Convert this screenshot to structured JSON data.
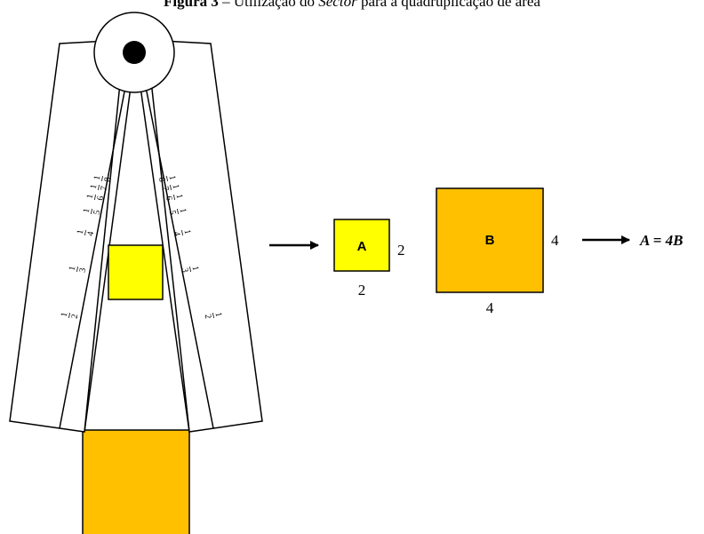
{
  "caption": {
    "number": "Figura 3",
    "dash": " – Utilização do ",
    "italic": "Sector",
    "rest": " para a quadruplicação de área"
  },
  "sector_scale": {
    "left_arm_labels": [
      "1/2",
      "1/3",
      "1/4",
      "1/5",
      "1/6",
      "1/7",
      "1/8"
    ],
    "right_arm_labels": [
      "1/2",
      "1/3",
      "1/4",
      "1/5",
      "1/6",
      "1/7",
      "1/8"
    ]
  },
  "square_a": {
    "label": "A",
    "side_label": "2",
    "bottom_label": "2",
    "color": "#ffff00"
  },
  "square_b": {
    "label": "B",
    "side_label": "4",
    "bottom_label": "4",
    "color": "#ffc000"
  },
  "equation": {
    "text": "A = 4B"
  },
  "colors": {
    "outline": "#000000",
    "yellow": "#ffff00",
    "orange": "#ffc000"
  }
}
